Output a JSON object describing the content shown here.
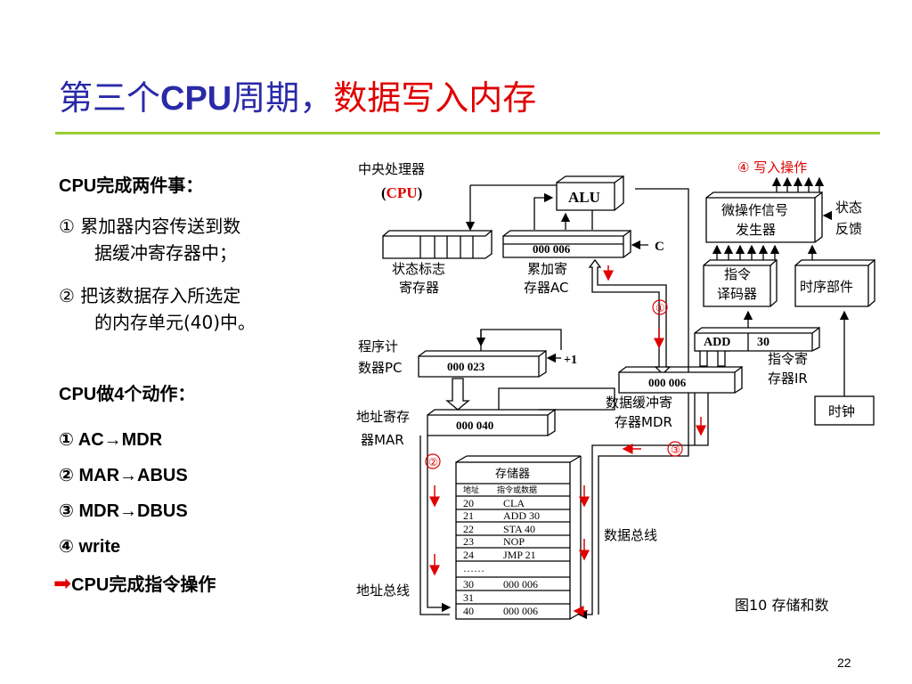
{
  "title": {
    "part1_a": "第三个",
    "part1_b": "CPU",
    "part1_c": "周期，",
    "part2": "数据写入内存"
  },
  "left": {
    "heading1": "CPU完成两件事：",
    "item1_line1": "①  累加器内容传送到数",
    "item1_line2": "据缓冲寄存器中；",
    "item2_line1": "②  把该数据存入所选定",
    "item2_line2": "的内存单元(40)中。",
    "heading2": "CPU做4个动作：",
    "actions": [
      "① AC→MDR",
      "② MAR→ABUS",
      "③ MDR→DBUS",
      "④ write"
    ],
    "finish": "CPU完成指令操作"
  },
  "diagram": {
    "cpu_label1": "中央处理器",
    "cpu_label2_open": "(",
    "cpu_label2_mid": "CPU",
    "cpu_label2_close": ")",
    "alu": "ALU",
    "status_reg1": "状态标志",
    "status_reg2": "寄存器",
    "ac_value": "000  006",
    "ac_c": "C",
    "ac_label1": "累加寄",
    "ac_label2": "存器AC",
    "pc_label1": "程序计",
    "pc_label2": "数器PC",
    "pc_value": "000   023",
    "pc_plus": "+1",
    "mar_label1": "地址寄存",
    "mar_label2": "器MAR",
    "mar_value": "000  040",
    "mdr_value": "000  006",
    "mdr_label1": "数据缓冲寄",
    "mdr_label2": "存器MDR",
    "ir_value1": "ADD",
    "ir_value2": "30",
    "ir_label1": "指令寄",
    "ir_label2": "存器IR",
    "decoder1": "指令",
    "decoder2": "译码器",
    "micro1": "微操作信号",
    "micro2": "发生器",
    "timing": "时序部件",
    "clock": "时钟",
    "status_feedback1": "状态",
    "status_feedback2": "反馈",
    "write_op": "④ 写入操作",
    "step1": "①",
    "step2": "②",
    "step3": "③",
    "memory_title": "存储器",
    "memory_col1": "地址",
    "memory_col2": "指令或数据",
    "memory_rows": [
      {
        "addr": "20",
        "val": "CLA"
      },
      {
        "addr": "21",
        "val": "ADD   30"
      },
      {
        "addr": "22",
        "val": "STA    40"
      },
      {
        "addr": "23",
        "val": "NOP"
      },
      {
        "addr": "24",
        "val": "JMP    21"
      },
      {
        "addr": "……",
        "val": ""
      },
      {
        "addr": "30",
        "val": "000  006"
      },
      {
        "addr": "31",
        "val": ""
      },
      {
        "addr": "40",
        "val": "000  006"
      }
    ],
    "data_bus": "数据总线",
    "addr_bus": "地址总线",
    "fig_caption": "图10   存储和数"
  },
  "page_number": "22",
  "colors": {
    "title_blue": "#2a2aa8",
    "accent_red": "#e00000",
    "rule_green": "#99cc33"
  }
}
